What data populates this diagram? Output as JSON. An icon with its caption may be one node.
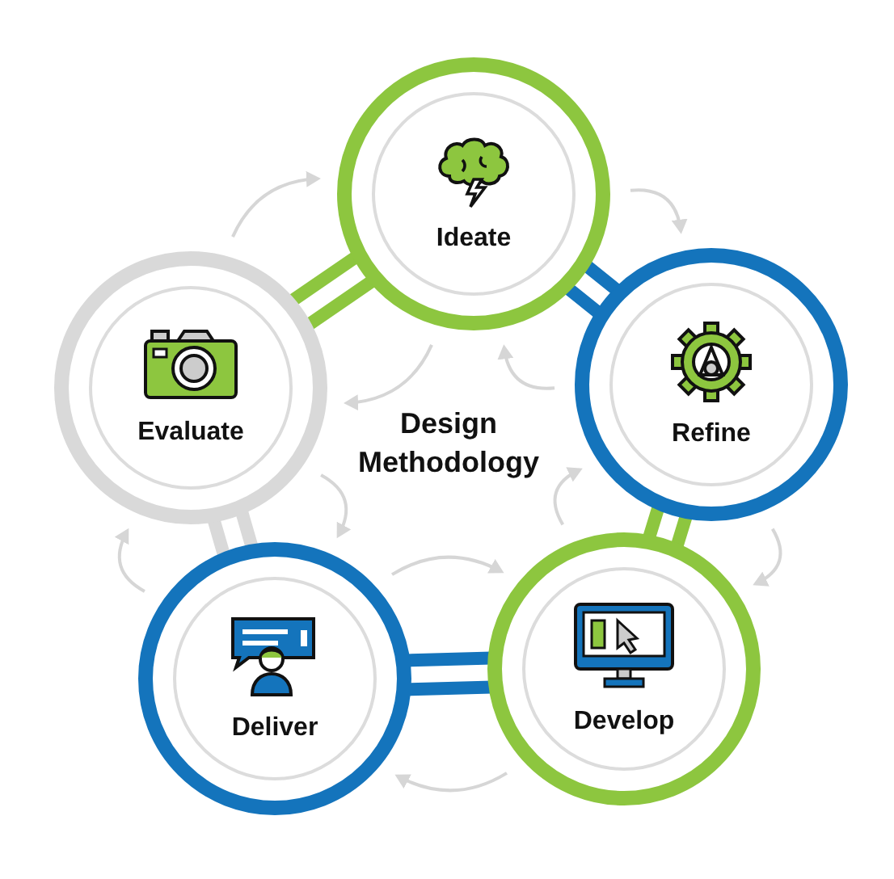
{
  "diagram": {
    "title": "Design Methodology",
    "nodes": [
      {
        "text": [
          "Ideate"
        ]
      },
      {
        "text": [
          "Refine"
        ]
      },
      {
        "text": [
          "Develop"
        ]
      },
      {
        "text": [
          "Deliver"
        ]
      },
      {
        "text": [
          "Evaluate"
        ]
      }
    ],
    "edges": [
      {
        "from": 4,
        "to": 0,
        "arrow": "to"
      },
      {
        "from": 0,
        "to": 4,
        "arrow": "to"
      },
      {
        "from": 0,
        "to": 1,
        "arrow": "to"
      },
      {
        "from": 1,
        "to": 0,
        "arrow": "to"
      },
      {
        "from": 1,
        "to": 2,
        "arrow": "to"
      },
      {
        "from": 2,
        "to": 1,
        "arrow": "to"
      },
      {
        "from": 2,
        "to": 3,
        "arrow": "to"
      },
      {
        "from": 3,
        "to": 2,
        "arrow": "to"
      },
      {
        "from": 3,
        "to": 4,
        "arrow": "to"
      },
      {
        "from": 4,
        "to": 3,
        "arrow": "to"
      },
      {
        "from": 0,
        "to": 4,
        "arrow": "none",
        "style": "thick",
        "color": "#8dc63f"
      },
      {
        "from": 0,
        "to": 1,
        "arrow": "none",
        "style": "thick",
        "color": "#1474bc"
      },
      {
        "from": 1,
        "to": 2,
        "arrow": "none",
        "style": "thick",
        "color": "#8dc63f"
      },
      {
        "from": 2,
        "to": 3,
        "arrow": "none",
        "style": "thick",
        "color": "#1474bc"
      },
      {
        "from": 3,
        "to": 4,
        "arrow": "none",
        "style": "thick",
        "color": "#d9d9d9"
      }
    ]
  }
}
